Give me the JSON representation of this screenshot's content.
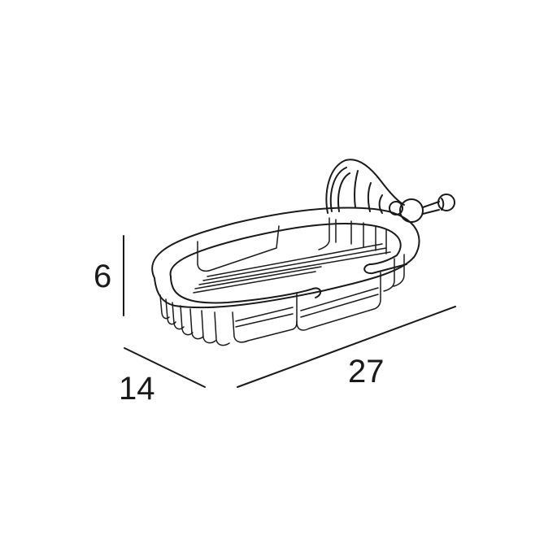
{
  "drawing": {
    "subject": "wall-mounted oval wire soap basket",
    "colors": {
      "line": "#1a1a1a",
      "background": "#ffffff",
      "watermark": "#efefef"
    }
  },
  "dimensions": {
    "height": {
      "value": "6"
    },
    "depth": {
      "value": "14"
    },
    "width": {
      "value": "27"
    }
  }
}
